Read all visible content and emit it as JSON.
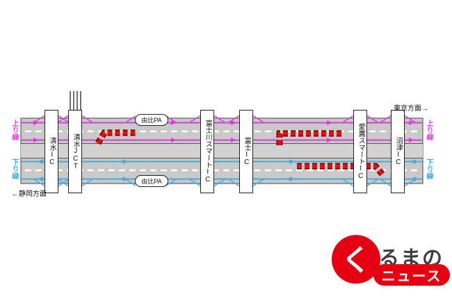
{
  "diagram": {
    "direction_top_right": "東京方面→",
    "direction_bottom_left": "←静岡方面",
    "line_labels": {
      "up_left": "上り線",
      "up_right": "上り線",
      "down_left": "下り線",
      "down_right": "下り線"
    },
    "interchanges": [
      {
        "id": "shimizu-ic",
        "label": "清水IC"
      },
      {
        "id": "shimizu-jct",
        "label": "清水JCT"
      },
      {
        "id": "fujikawa-smart-ic",
        "label": "富士川スマートIC"
      },
      {
        "id": "fuji-ic",
        "label": "富士IC"
      },
      {
        "id": "ashitaka-smart-ic",
        "label": "愛鷹スマートIC"
      },
      {
        "id": "numazu-ic",
        "label": "沼津IC"
      }
    ],
    "rest_areas": {
      "top": "由比PA",
      "bottom": "由比PA"
    },
    "colors": {
      "up_line": "#d83fd8",
      "down_line": "#45aadd",
      "congestion": "#e01010",
      "road": "#c9c9c9",
      "logo_red": "#e60012"
    }
  },
  "logo": {
    "circle_char": "く",
    "text_middle": "るまの",
    "badge": "ニュース"
  }
}
